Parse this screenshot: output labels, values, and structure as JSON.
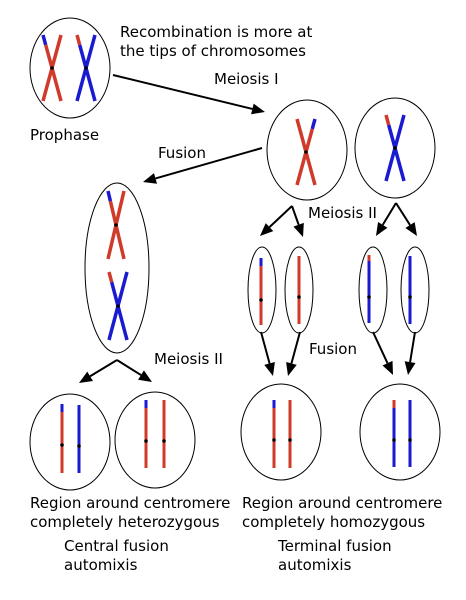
{
  "colors": {
    "paternal": "#d03a2a",
    "maternal": "#1a1ad0",
    "centromere": "#000000",
    "outline": "#000000"
  },
  "labels": {
    "recombination_line1": "Recombination is more at",
    "recombination_line2": "the tips of chromosomes",
    "prophase": "Prophase",
    "meiosis_1": "Meiosis I",
    "fusion_top": "Fusion",
    "meiosis_2_right": "Meiosis II",
    "meiosis_2_left": "Meiosis II",
    "fusion_mid": "Fusion",
    "central_region_line1": "Region around centromere",
    "central_region_line2": "completely heterozygous",
    "terminal_region_line1": "Region around centromere",
    "terminal_region_line2": "completely homozygous",
    "central_title_line1": "Central fusion",
    "central_title_line2": "automixis",
    "terminal_title_line1": "Terminal fusion",
    "terminal_title_line2": "automixis"
  }
}
